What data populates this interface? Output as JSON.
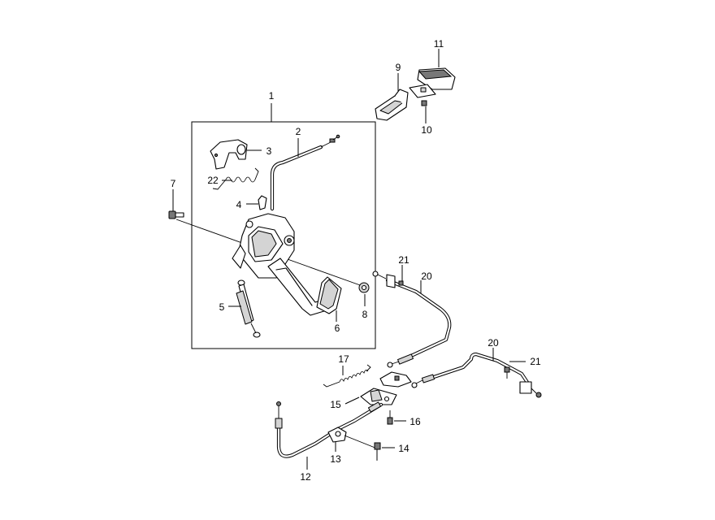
{
  "callouts": {
    "c1": "1",
    "c2": "2",
    "c3": "3",
    "c4": "4",
    "c5": "5",
    "c6": "6",
    "c7": "7",
    "c8": "8",
    "c9": "9",
    "c10": "10",
    "c11": "11",
    "c12": "12",
    "c13": "13",
    "c14": "14",
    "c15": "15",
    "c16": "16",
    "c17": "17",
    "c20a": "20",
    "c20b": "20",
    "c21a": "21",
    "c21b": "21",
    "c22": "22"
  }
}
